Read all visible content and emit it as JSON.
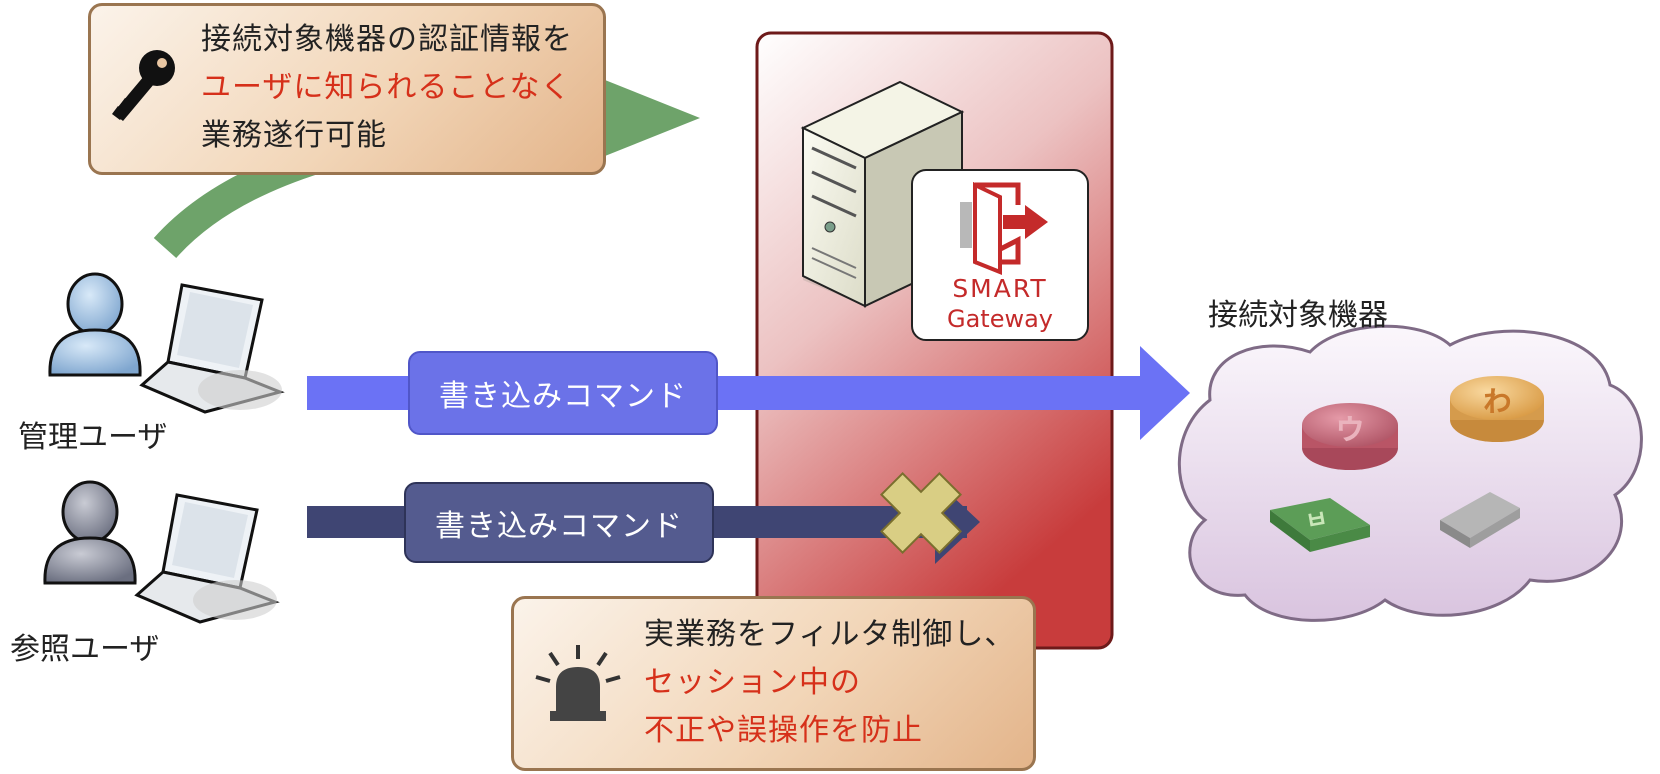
{
  "callout_top": {
    "line1": "接続対象機器の認証情報を",
    "line2": "ユーザに知られることなく",
    "line3": "業務遂行可能",
    "icon": "key-icon"
  },
  "callout_bottom": {
    "line1": "実業務をフィルタ制御し、",
    "line2": "セッション中の",
    "line3": "不正や誤操作を防止",
    "icon": "alarm-light-icon"
  },
  "gateway": {
    "logo_line1": "SMART",
    "logo_line2": "Gateway",
    "icon": "server-icon"
  },
  "admin_user": {
    "label": "管理ユーザ",
    "command": "書き込みコマンド",
    "result": "allowed"
  },
  "ref_user": {
    "label": "参照ユーザ",
    "command": "書き込みコマンド",
    "result": "blocked"
  },
  "target": {
    "label": "接続対象機器",
    "devices": [
      "router-icon",
      "switch-icon",
      "board-icon",
      "storage-icon"
    ]
  },
  "colors": {
    "accent_red": "#d6301a",
    "admin_arrow": "#6b72f5",
    "ref_arrow": "#3f4573",
    "green_arrow": "#6ea36a",
    "gateway_panel": "#c94a4a"
  }
}
